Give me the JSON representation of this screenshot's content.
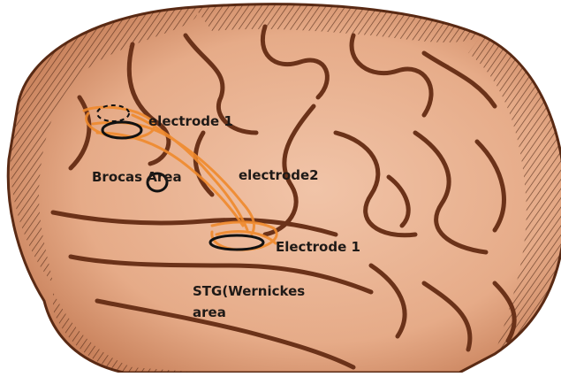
{
  "labels": {
    "electrode1_top": "electrode 1",
    "broca": "Brocas Area",
    "electrode2": "electrode2",
    "electrode1_bottom": "Electrode 1",
    "stg_line1": "STG(Wernickes",
    "stg_line2": "area"
  },
  "colors": {
    "background": "#ffffff",
    "brain_fill": "#e8b292",
    "brain_outline": "#5a2a14",
    "sulci": "#6b3219",
    "hatching": "#4a2412",
    "highlight_orange": "#f08a2c",
    "electrode_ring": "#111111",
    "label_text": "#1f1a17"
  }
}
